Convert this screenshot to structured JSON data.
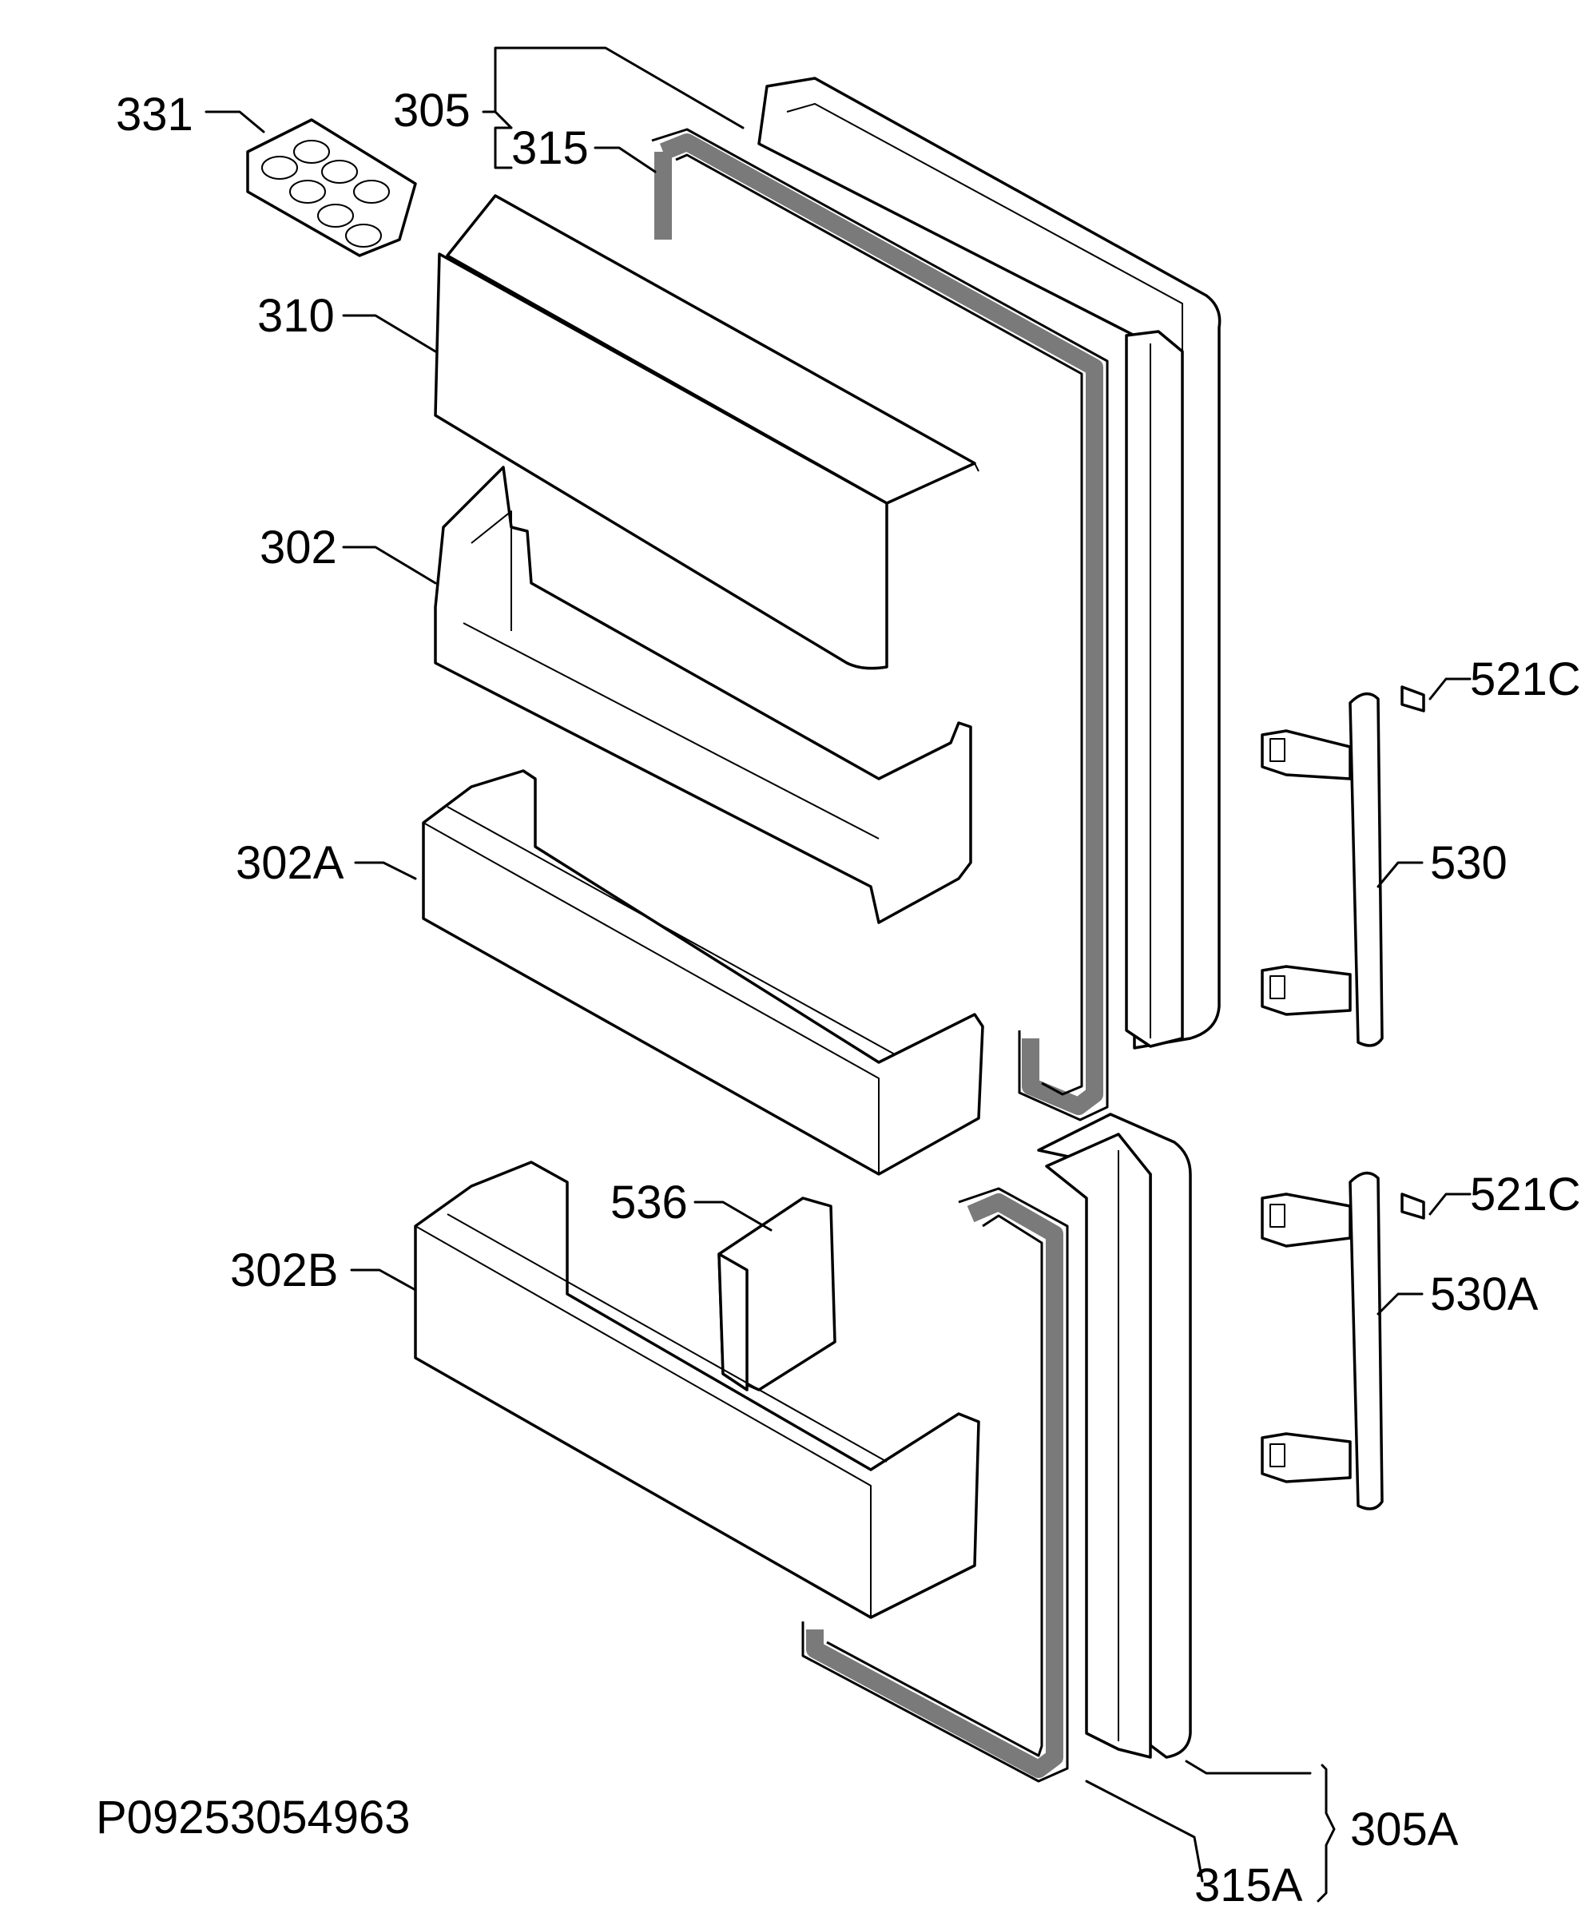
{
  "labels": {
    "l331": "331",
    "l305": "305",
    "l315": "315",
    "l310": "310",
    "l302": "302",
    "l302a": "302A",
    "l536": "536",
    "l302b": "302B",
    "l521c_top": "521C",
    "l530": "530",
    "l521c_bottom": "521C",
    "l530a": "530A",
    "l305a": "305A",
    "l315a": "315A"
  },
  "drawing_code": "P09253054963"
}
